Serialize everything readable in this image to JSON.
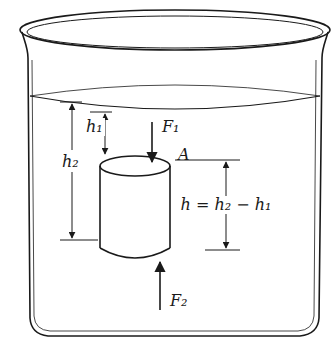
{
  "diagram": {
    "labels": [
      "h₁",
      "h₂",
      "F₁",
      "A",
      "h = h₂ − h₁",
      "F₂"
    ]
  }
}
